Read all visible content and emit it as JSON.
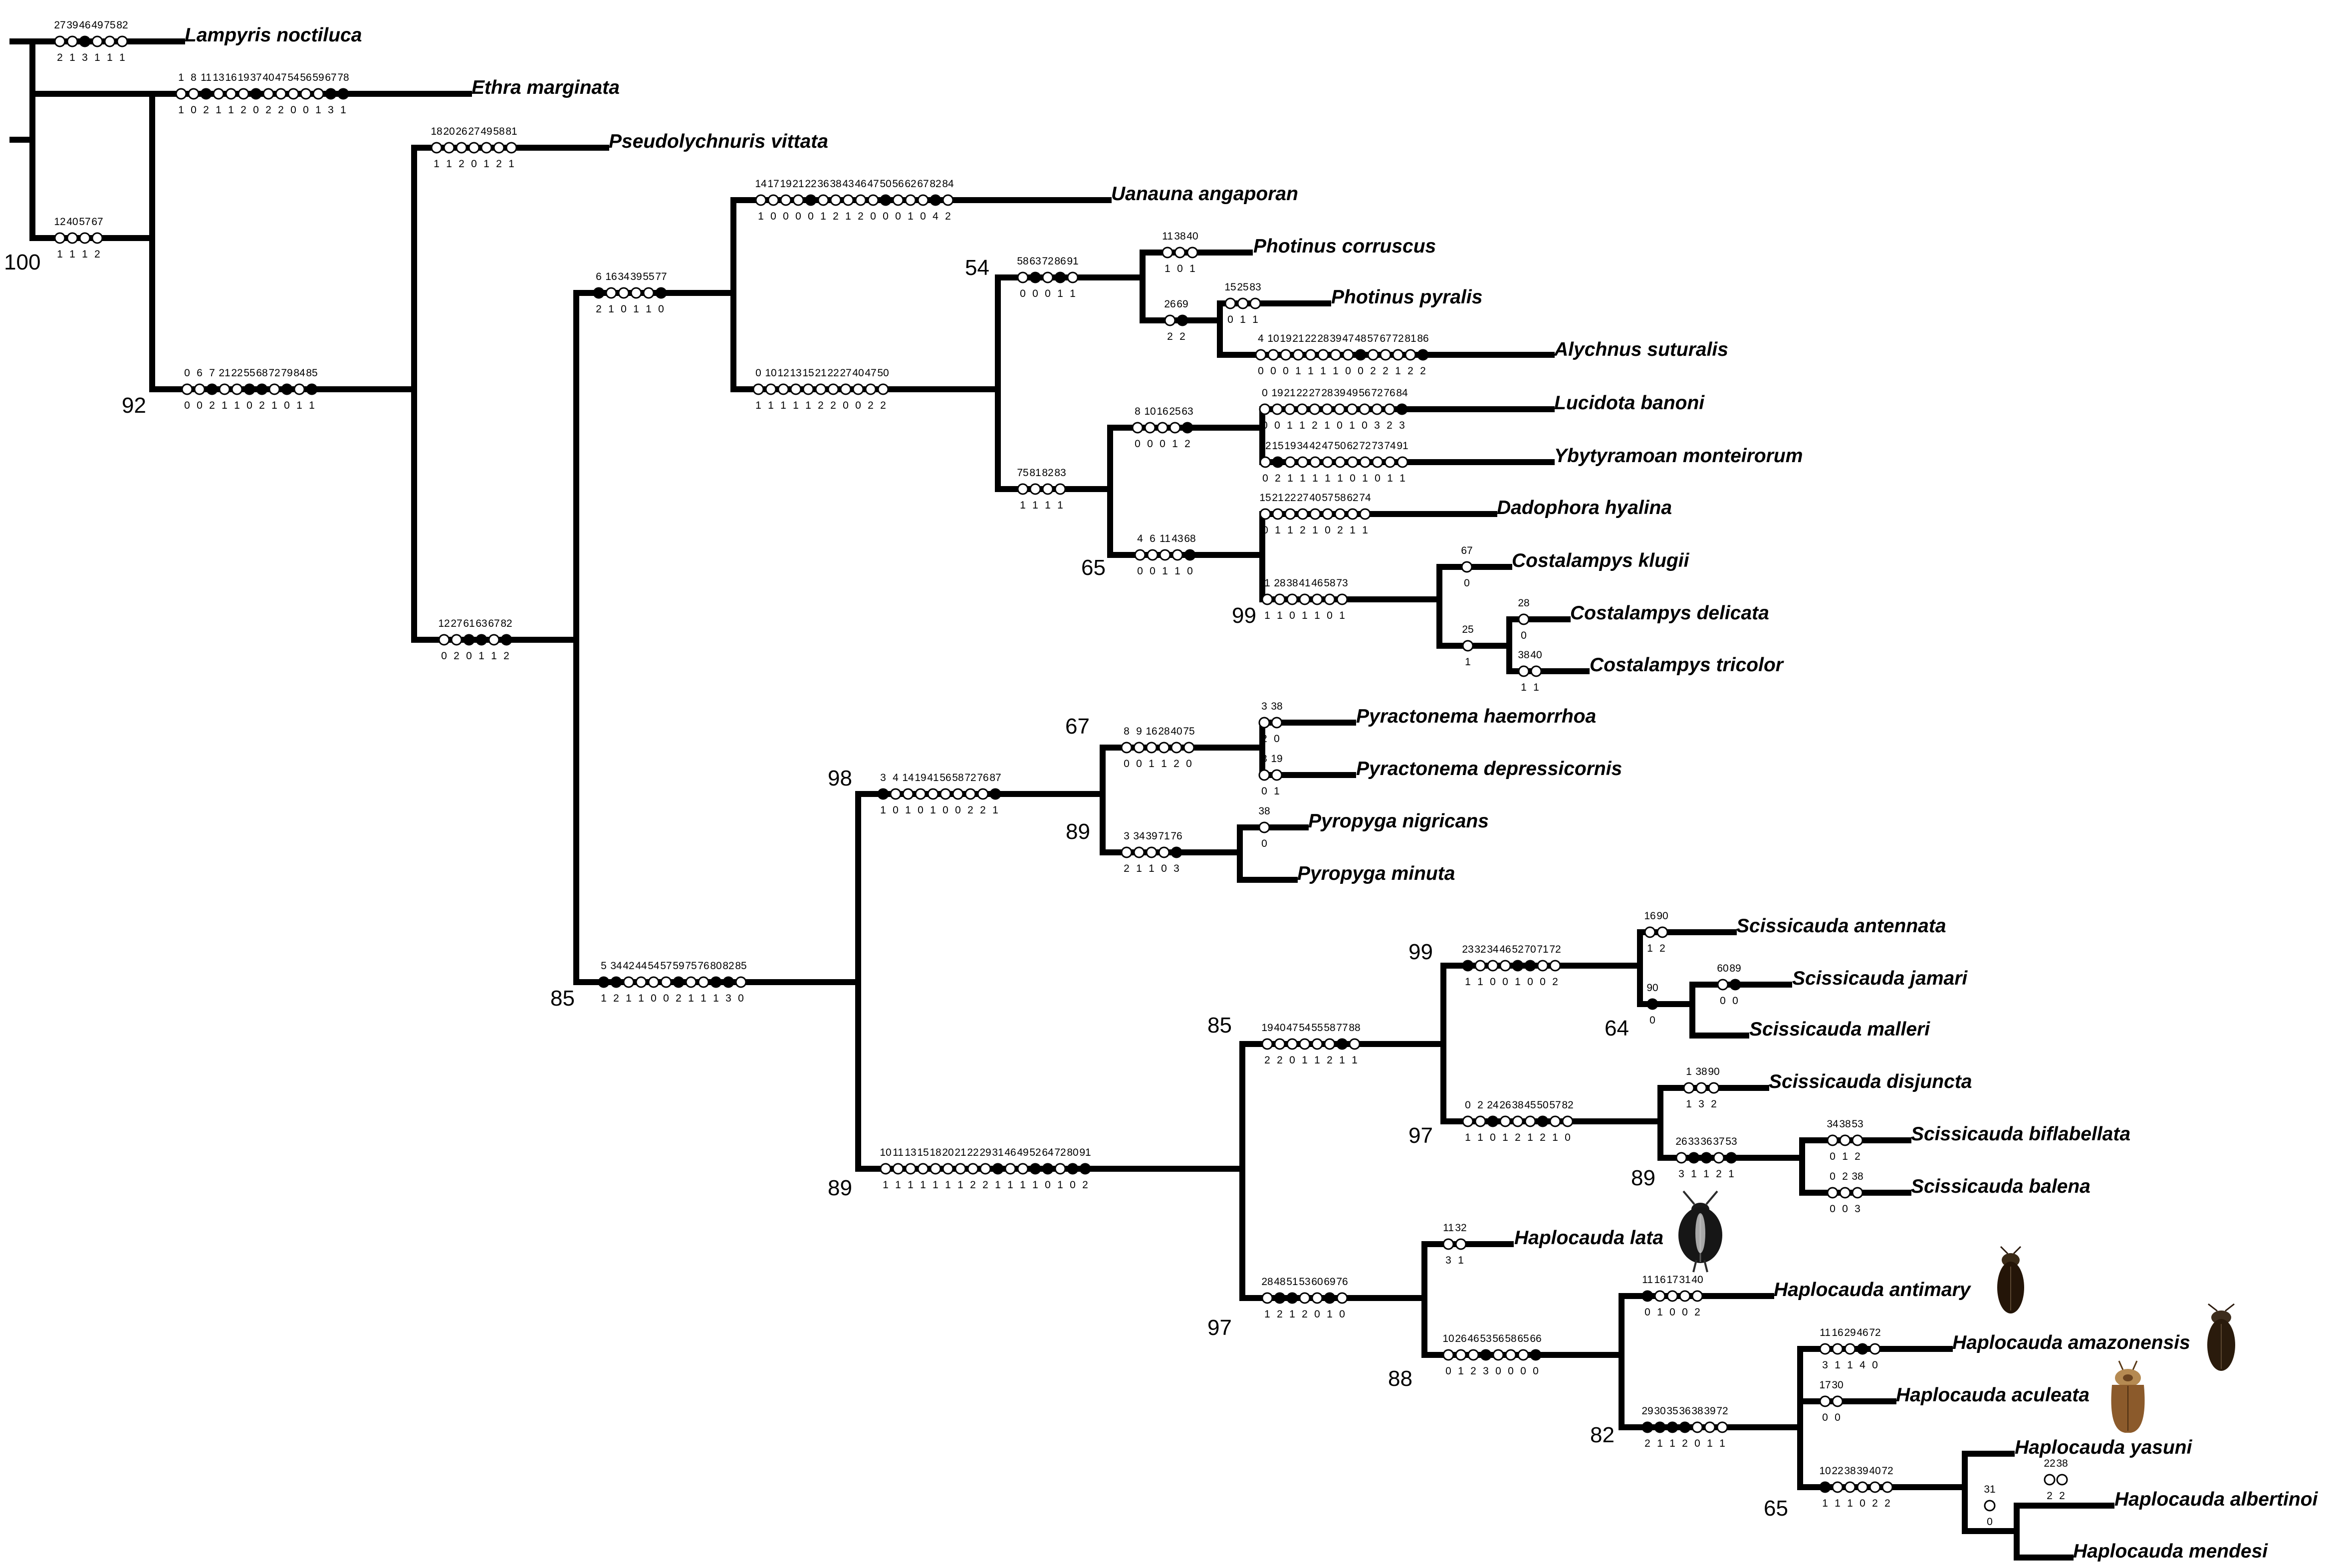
{
  "tree": {
    "taxa": {
      "t1": "Lampyris noctiluca",
      "t2": "Ethra marginata",
      "t3": "Pseudolychnuris vittata",
      "t4": "Uanauna angaporan",
      "t5": "Photinus corruscus",
      "t6": "Photinus pyralis",
      "t7": "Alychnus suturalis",
      "t8": "Lucidota banoni",
      "t9": "Ybytyramoan monteirorum",
      "t10": "Dadophora hyalina",
      "t11": "Costalampys klugii",
      "t12": "Costalampys delicata",
      "t13": "Costalampys tricolor",
      "t14": "Pyractonema haemorrhoa",
      "t15": "Pyractonema depressicornis",
      "t16": "Pyropyga nigricans",
      "t17": "Pyropyga minuta",
      "t18": "Scissicauda antennata",
      "t19": "Scissicauda jamari",
      "t20": "Scissicauda malleri",
      "t21": "Scissicauda disjuncta",
      "t22": "Scissicauda biflabellata",
      "t23": "Scissicauda balena",
      "t24": "Haplocauda lata",
      "t25": "Haplocauda antimary",
      "t26": "Haplocauda amazonensis",
      "t27": "Haplocauda aculeata",
      "t28": "Haplocauda yasuni",
      "t29": "Haplocauda albertinoi",
      "t30": "Haplocauda mendesi"
    },
    "support_values": {
      "s1": "100",
      "s2": "92",
      "s3": "85",
      "s4": "54",
      "s5": "65",
      "s6": "99",
      "s7": "98",
      "s8": "67",
      "s9": "89",
      "s10": "85",
      "s11": "99",
      "s12": "64",
      "s13": "97",
      "s14": "89",
      "s15": "89",
      "s16": "97",
      "s17": "88",
      "s18": "82",
      "s19": "65"
    },
    "character_groups": [
      {
        "chars": [
          "27",
          "39",
          "46",
          "49",
          "75",
          "82"
        ],
        "states": [
          "2",
          "1",
          "3",
          "1",
          "1",
          "1"
        ],
        "filled": [
          2
        ]
      },
      {
        "chars": [
          "1",
          "8",
          "11",
          "13",
          "16",
          "19",
          "37",
          "40",
          "47",
          "54",
          "56",
          "59",
          "67",
          "78"
        ],
        "states": [
          "1",
          "0",
          "2",
          "1",
          "1",
          "2",
          "0",
          "2",
          "2",
          "0",
          "0",
          "1",
          "3",
          "1"
        ],
        "filled": [
          2,
          6,
          12,
          13
        ]
      },
      {
        "chars": [
          "12",
          "40",
          "57",
          "67"
        ],
        "states": [
          "1",
          "1",
          "1",
          "2"
        ],
        "filled": []
      },
      {
        "chars": [
          "18",
          "20",
          "26",
          "27",
          "49",
          "58",
          "81"
        ],
        "states": [
          "1",
          "1",
          "2",
          "0",
          "1",
          "2",
          "1"
        ],
        "filled": []
      },
      {
        "chars": [
          "0",
          "6",
          "7",
          "21",
          "22",
          "55",
          "68",
          "72",
          "79",
          "84",
          "85"
        ],
        "states": [
          "0",
          "0",
          "2",
          "1",
          "1",
          "0",
          "2",
          "1",
          "0",
          "1",
          "1"
        ],
        "filled": [
          2,
          5,
          6,
          8,
          10
        ]
      },
      {
        "chars": [
          "12",
          "27",
          "61",
          "63",
          "67",
          "82"
        ],
        "states": [
          "0",
          "2",
          "0",
          "1",
          "1",
          "2"
        ],
        "filled": [
          2,
          3,
          5
        ]
      },
      {
        "chars": [
          "6",
          "16",
          "34",
          "39",
          "55",
          "77"
        ],
        "states": [
          "2",
          "1",
          "0",
          "1",
          "1",
          "0"
        ],
        "filled": [
          0,
          5
        ]
      },
      {
        "chars": [
          "14",
          "17",
          "19",
          "21",
          "22",
          "36",
          "38",
          "43",
          "46",
          "47",
          "50",
          "56",
          "62",
          "67",
          "82",
          "84"
        ],
        "states": [
          "1",
          "0",
          "0",
          "0",
          "0",
          "1",
          "2",
          "1",
          "2",
          "0",
          "0",
          "0",
          "1",
          "0",
          "4",
          "2"
        ],
        "filled": [
          4,
          10,
          14
        ]
      },
      {
        "chars": [
          "0",
          "10",
          "12",
          "13",
          "15",
          "21",
          "22",
          "27",
          "40",
          "47",
          "50"
        ],
        "states": [
          "1",
          "1",
          "1",
          "1",
          "1",
          "2",
          "2",
          "0",
          "0",
          "2",
          "2"
        ],
        "filled": []
      },
      {
        "chars": [
          "58",
          "63",
          "72",
          "86",
          "91"
        ],
        "states": [
          "0",
          "0",
          "0",
          "1",
          "1"
        ],
        "filled": [
          1,
          3
        ]
      },
      {
        "chars": [
          "11",
          "38",
          "40"
        ],
        "states": [
          "1",
          "0",
          "1"
        ],
        "filled": []
      },
      {
        "chars": [
          "26",
          "69"
        ],
        "states": [
          "2",
          "2"
        ],
        "filled": [
          1
        ]
      },
      {
        "chars": [
          "15",
          "25",
          "83"
        ],
        "states": [
          "0",
          "1",
          "1"
        ],
        "filled": []
      },
      {
        "chars": [
          "4",
          "10",
          "19",
          "21",
          "22",
          "28",
          "39",
          "47",
          "48",
          "57",
          "67",
          "72",
          "81",
          "86"
        ],
        "states": [
          "0",
          "0",
          "0",
          "1",
          "1",
          "1",
          "1",
          "0",
          "0",
          "2",
          "2",
          "1",
          "2",
          "2"
        ],
        "filled": [
          8,
          13
        ]
      },
      {
        "chars": [
          "75",
          "81",
          "82",
          "83"
        ],
        "states": [
          "1",
          "1",
          "1",
          "1"
        ],
        "filled": []
      },
      {
        "chars": [
          "8",
          "10",
          "16",
          "25",
          "63"
        ],
        "states": [
          "0",
          "0",
          "0",
          "1",
          "2"
        ],
        "filled": [
          4
        ]
      },
      {
        "chars": [
          "0",
          "19",
          "21",
          "22",
          "27",
          "28",
          "39",
          "49",
          "56",
          "72",
          "76",
          "84"
        ],
        "states": [
          "0",
          "0",
          "1",
          "1",
          "2",
          "1",
          "0",
          "1",
          "0",
          "3",
          "2",
          "3"
        ],
        "filled": [
          11
        ]
      },
      {
        "chars": [
          "12",
          "15",
          "19",
          "34",
          "42",
          "47",
          "50",
          "62",
          "72",
          "73",
          "74",
          "91"
        ],
        "states": [
          "0",
          "2",
          "1",
          "1",
          "1",
          "1",
          "1",
          "0",
          "1",
          "0",
          "1",
          "1"
        ],
        "filled": [
          1
        ]
      },
      {
        "chars": [
          "15",
          "21",
          "22",
          "27",
          "40",
          "57",
          "58",
          "62",
          "74"
        ],
        "states": [
          "0",
          "1",
          "1",
          "2",
          "1",
          "0",
          "2",
          "1",
          "1"
        ],
        "filled": []
      },
      {
        "chars": [
          "4",
          "6",
          "11",
          "43",
          "68"
        ],
        "states": [
          "0",
          "0",
          "1",
          "1",
          "0"
        ],
        "filled": [
          4
        ]
      },
      {
        "chars": [
          "1",
          "28",
          "38",
          "41",
          "46",
          "58",
          "73"
        ],
        "states": [
          "1",
          "1",
          "0",
          "1",
          "1",
          "0",
          "1"
        ],
        "filled": []
      },
      {
        "chars": [
          "67"
        ],
        "states": [
          "0"
        ],
        "filled": []
      },
      {
        "chars": [
          "25"
        ],
        "states": [
          "1"
        ],
        "filled": []
      },
      {
        "chars": [
          "28"
        ],
        "states": [
          "0"
        ],
        "filled": []
      },
      {
        "chars": [
          "38",
          "40"
        ],
        "states": [
          "1",
          "1"
        ],
        "filled": []
      },
      {
        "chars": [
          "3",
          "4",
          "14",
          "19",
          "41",
          "56",
          "58",
          "72",
          "76",
          "87"
        ],
        "states": [
          "1",
          "0",
          "1",
          "0",
          "1",
          "0",
          "0",
          "2",
          "2",
          "1"
        ],
        "filled": [
          0,
          9
        ]
      },
      {
        "chars": [
          "8",
          "9",
          "16",
          "28",
          "40",
          "75"
        ],
        "states": [
          "0",
          "0",
          "1",
          "1",
          "2",
          "0"
        ],
        "filled": []
      },
      {
        "chars": [
          "3",
          "38"
        ],
        "states": [
          "2",
          "0"
        ],
        "filled": []
      },
      {
        "chars": [
          "3",
          "19"
        ],
        "states": [
          "0",
          "1"
        ],
        "filled": []
      },
      {
        "chars": [
          "3",
          "34",
          "39",
          "71",
          "76"
        ],
        "states": [
          "2",
          "1",
          "1",
          "0",
          "3"
        ],
        "filled": [
          4
        ]
      },
      {
        "chars": [
          "38"
        ],
        "states": [
          "0"
        ],
        "filled": []
      },
      {
        "chars": [
          "5",
          "34",
          "42",
          "44",
          "54",
          "57",
          "59",
          "75",
          "76",
          "80",
          "82",
          "85"
        ],
        "states": [
          "1",
          "2",
          "1",
          "1",
          "0",
          "0",
          "2",
          "1",
          "1",
          "1",
          "3",
          "0"
        ],
        "filled": [
          0,
          1,
          6,
          9,
          10
        ]
      },
      {
        "chars": [
          "10",
          "11",
          "13",
          "15",
          "18",
          "20",
          "21",
          "22",
          "29",
          "31",
          "46",
          "49",
          "52",
          "64",
          "72",
          "80",
          "91"
        ],
        "states": [
          "1",
          "1",
          "1",
          "1",
          "1",
          "1",
          "1",
          "2",
          "2",
          "1",
          "1",
          "1",
          "1",
          "0",
          "1",
          "0",
          "2"
        ],
        "filled": [
          9,
          12,
          13,
          15,
          16
        ]
      },
      {
        "chars": [
          "19",
          "40",
          "47",
          "54",
          "55",
          "58",
          "77",
          "88"
        ],
        "states": [
          "2",
          "2",
          "0",
          "1",
          "1",
          "2",
          "1",
          "1"
        ],
        "filled": [
          6
        ]
      },
      {
        "chars": [
          "23",
          "32",
          "34",
          "46",
          "52",
          "70",
          "71",
          "72"
        ],
        "states": [
          "1",
          "1",
          "0",
          "0",
          "1",
          "0",
          "0",
          "2"
        ],
        "filled": [
          0,
          4,
          5
        ]
      },
      {
        "chars": [
          "16",
          "90"
        ],
        "states": [
          "1",
          "2"
        ],
        "filled": []
      },
      {
        "chars": [
          "90"
        ],
        "states": [
          "0"
        ],
        "filled": [
          0
        ]
      },
      {
        "chars": [
          "60",
          "89"
        ],
        "states": [
          "0",
          "0"
        ],
        "filled": [
          1
        ]
      },
      {
        "chars": [
          "0",
          "2",
          "24",
          "26",
          "38",
          "45",
          "50",
          "57",
          "82"
        ],
        "states": [
          "1",
          "1",
          "0",
          "1",
          "2",
          "1",
          "2",
          "1",
          "0"
        ],
        "filled": [
          2,
          6
        ]
      },
      {
        "chars": [
          "1",
          "38",
          "90"
        ],
        "states": [
          "1",
          "3",
          "2"
        ],
        "filled": []
      },
      {
        "chars": [
          "26",
          "33",
          "36",
          "37",
          "53"
        ],
        "states": [
          "3",
          "1",
          "1",
          "2",
          "1"
        ],
        "filled": [
          1,
          2,
          4
        ]
      },
      {
        "chars": [
          "34",
          "38",
          "53"
        ],
        "states": [
          "0",
          "1",
          "2"
        ],
        "filled": []
      },
      {
        "chars": [
          "0",
          "2",
          "38"
        ],
        "states": [
          "0",
          "0",
          "3"
        ],
        "filled": []
      },
      {
        "chars": [
          "28",
          "48",
          "51",
          "53",
          "60",
          "69",
          "76"
        ],
        "states": [
          "1",
          "2",
          "1",
          "2",
          "0",
          "1",
          "0"
        ],
        "filled": [
          1,
          2,
          5
        ]
      },
      {
        "chars": [
          "11",
          "32"
        ],
        "states": [
          "3",
          "1"
        ],
        "filled": []
      },
      {
        "chars": [
          "10",
          "26",
          "46",
          "53",
          "56",
          "58",
          "65",
          "66"
        ],
        "states": [
          "0",
          "1",
          "2",
          "3",
          "0",
          "0",
          "0",
          "0"
        ],
        "filled": [
          3,
          7
        ]
      },
      {
        "chars": [
          "11",
          "16",
          "17",
          "31",
          "40"
        ],
        "states": [
          "0",
          "1",
          "0",
          "0",
          "2"
        ],
        "filled": [
          0
        ]
      },
      {
        "chars": [
          "29",
          "30",
          "35",
          "36",
          "38",
          "39",
          "72"
        ],
        "states": [
          "2",
          "1",
          "1",
          "2",
          "0",
          "1",
          "1"
        ],
        "filled": [
          0,
          1,
          2,
          3
        ]
      },
      {
        "chars": [
          "11",
          "16",
          "29",
          "46",
          "72"
        ],
        "states": [
          "3",
          "1",
          "1",
          "4",
          "0"
        ],
        "filled": [
          3
        ]
      },
      {
        "chars": [
          "17",
          "30"
        ],
        "states": [
          "0",
          "0"
        ],
        "filled": []
      },
      {
        "chars": [
          "10",
          "22",
          "38",
          "39",
          "40",
          "72"
        ],
        "states": [
          "1",
          "1",
          "1",
          "0",
          "2",
          "2"
        ],
        "filled": [
          0
        ]
      },
      {
        "chars": [
          "31"
        ],
        "states": [
          "0"
        ],
        "filled": []
      },
      {
        "chars": [
          "22",
          "38"
        ],
        "states": [
          "2",
          "2"
        ],
        "filled": []
      }
    ]
  }
}
